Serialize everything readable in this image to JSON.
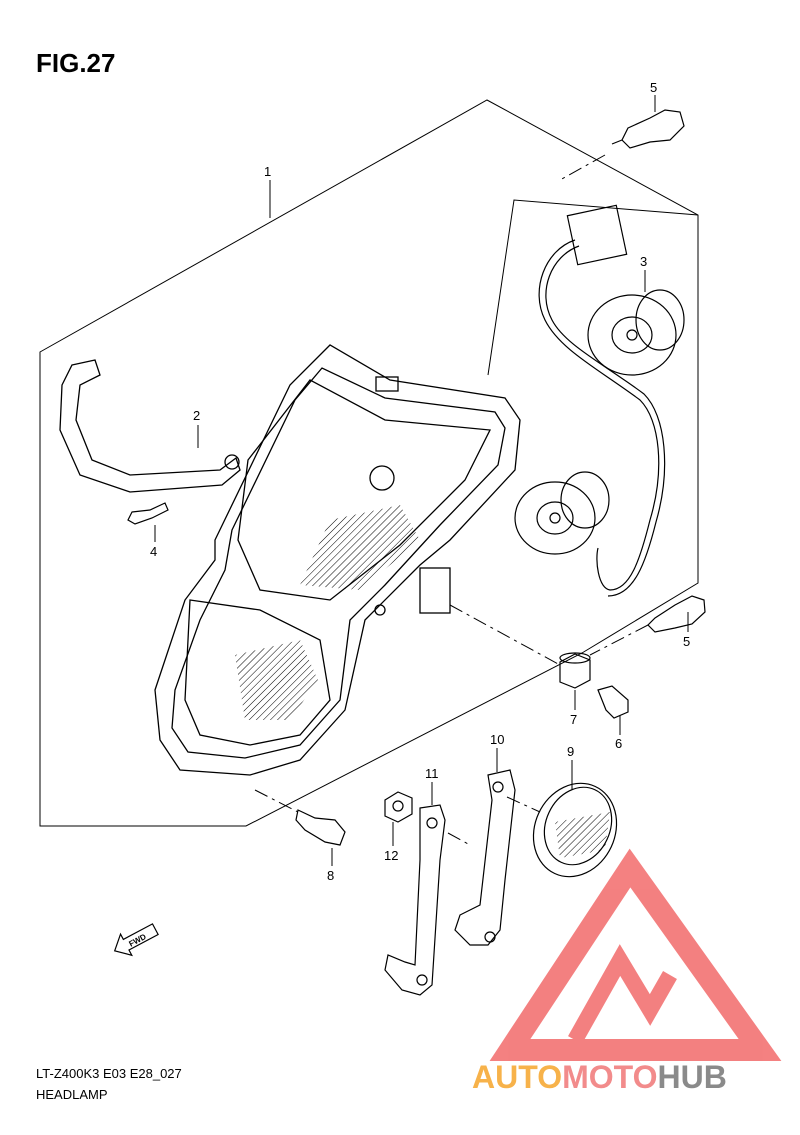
{
  "figure": {
    "title": "FIG.27",
    "code": "LT-Z400K3 E03 E28_027",
    "name": "HEADLAMP"
  },
  "callouts": [
    {
      "id": "1",
      "label": "1"
    },
    {
      "id": "2",
      "label": "2"
    },
    {
      "id": "3",
      "label": "3"
    },
    {
      "id": "4",
      "label": "4"
    },
    {
      "id": "5a",
      "label": "5"
    },
    {
      "id": "5b",
      "label": "5"
    },
    {
      "id": "6",
      "label": "6"
    },
    {
      "id": "7",
      "label": "7"
    },
    {
      "id": "8",
      "label": "8"
    },
    {
      "id": "9",
      "label": "9"
    },
    {
      "id": "10",
      "label": "10"
    },
    {
      "id": "11",
      "label": "11"
    },
    {
      "id": "12",
      "label": "12"
    }
  ],
  "fwd_label": "FWD",
  "watermark": {
    "part1": "AUTO",
    "part2": "MOTO",
    "part3": "HUB",
    "colors": {
      "auto": "#f7b24a",
      "moto": "#f28b8b",
      "hub": "#8a8a8a",
      "triangle": "#f26b6b"
    }
  }
}
